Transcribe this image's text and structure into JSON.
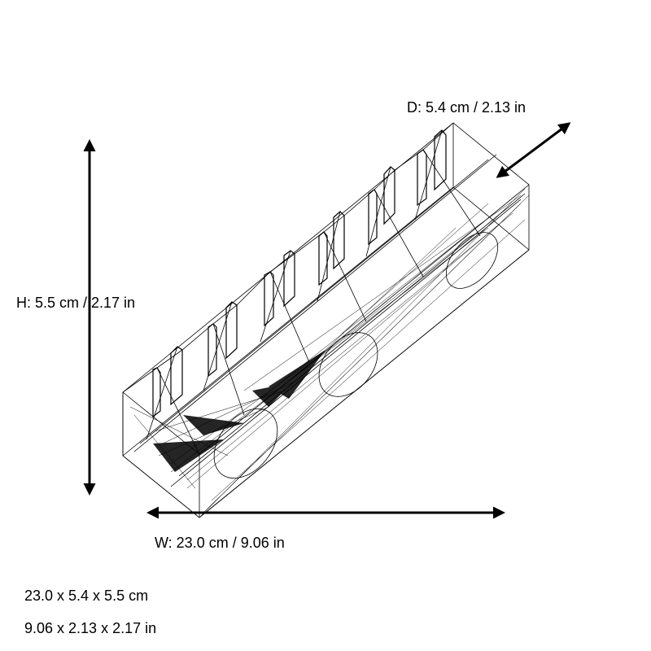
{
  "dimensions": {
    "depth_label": "D: 5.4 cm / 2.13 in",
    "height_label": "H: 5.5 cm / 2.17 in",
    "width_label": "W: 23.0 cm / 9.06 in"
  },
  "summary": {
    "metric": "23.0 x 5.4 x 5.5 cm",
    "imperial": "9.06 x 2.13 x 2.17 in"
  },
  "model": {
    "description": "wireframe 3D model of an elongated tray with slotted comb-like back wall",
    "line_color": "#000000",
    "background": "#ffffff"
  }
}
